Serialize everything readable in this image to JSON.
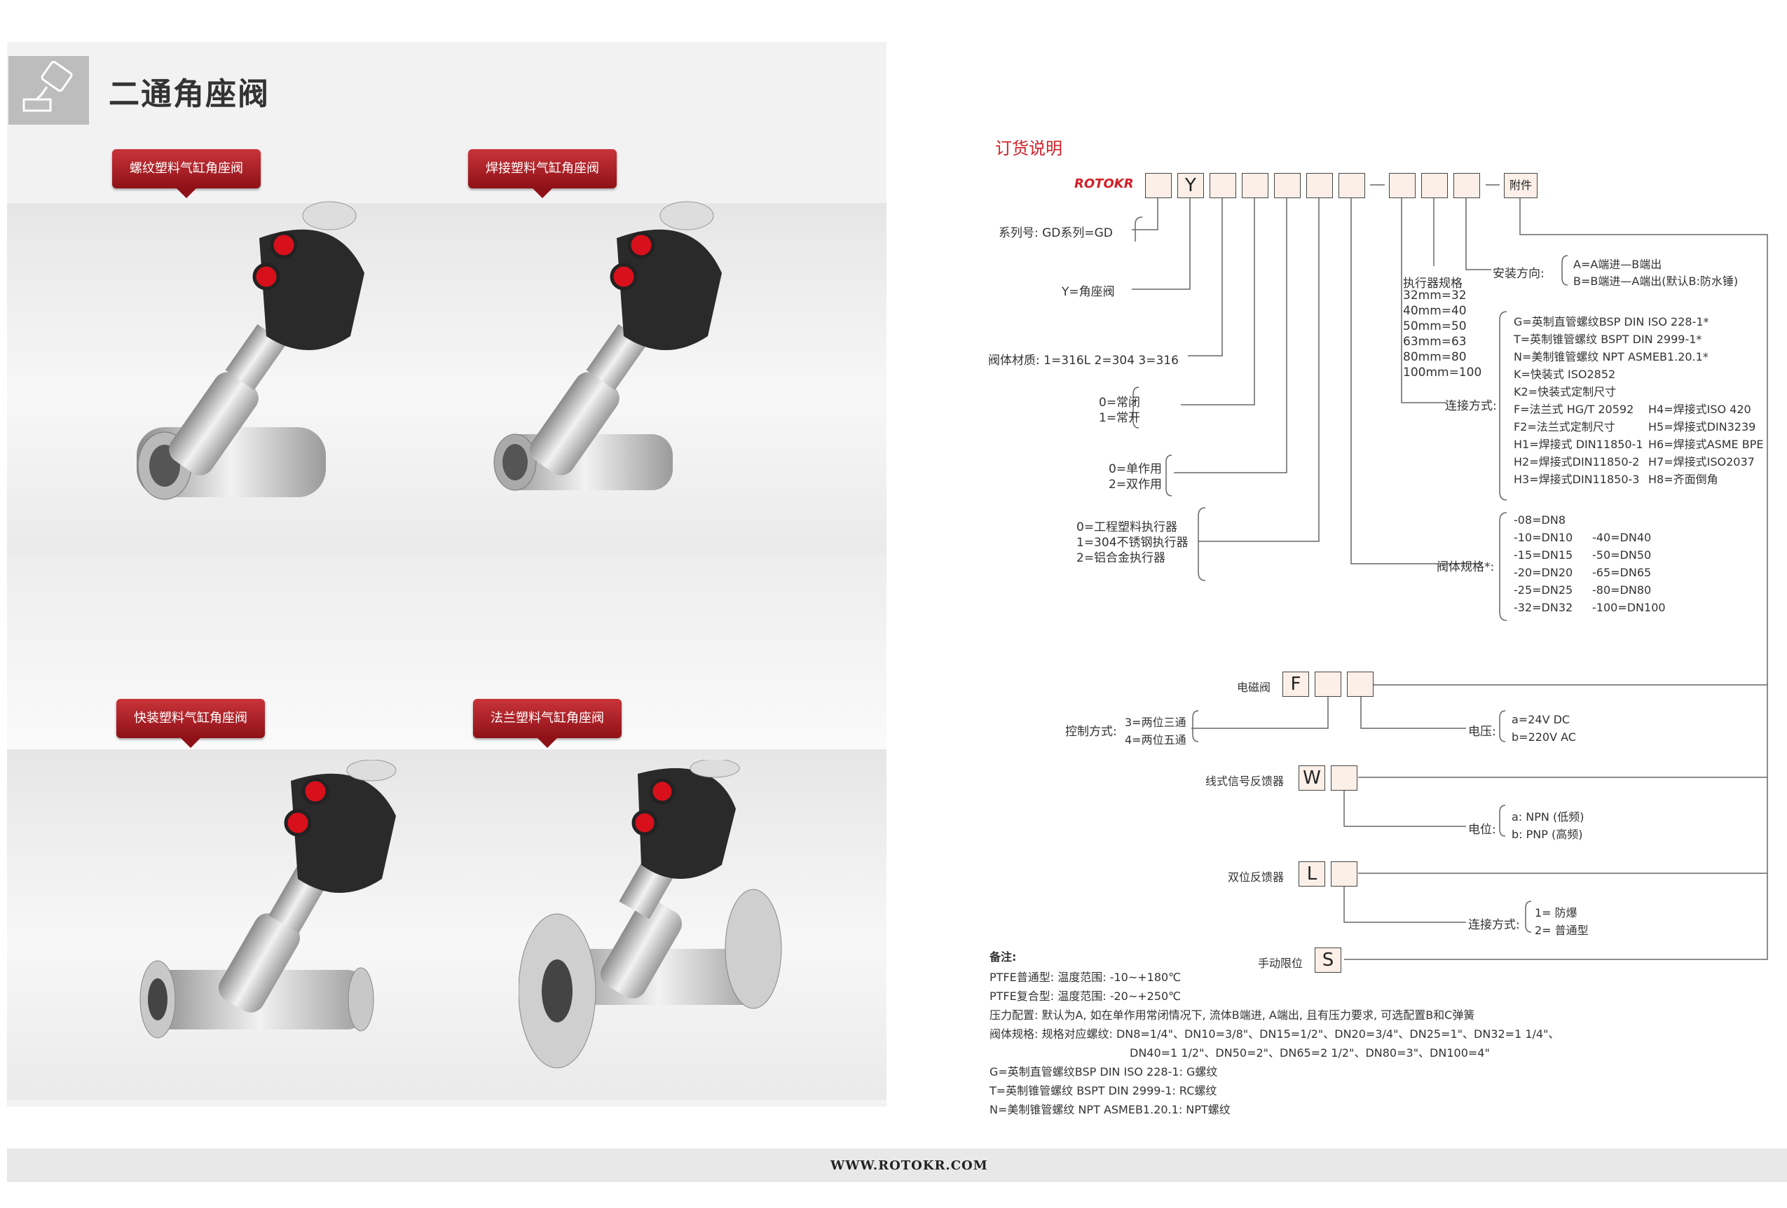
{
  "page": {
    "title": "二通角座阀",
    "footer_url": "WWW.ROTOKR.COM"
  },
  "products": [
    {
      "label": "螺纹塑料气缸角座阀",
      "image": "threaded-angle-seat-valve"
    },
    {
      "label": "焊接塑料气缸角座阀",
      "image": "welded-angle-seat-valve"
    },
    {
      "label": "快装塑料气缸角座阀",
      "image": "clamp-angle-seat-valve"
    },
    {
      "label": "法兰塑料气缸角座阀",
      "image": "flanged-angle-seat-valve"
    }
  ],
  "order": {
    "heading": "订货说明",
    "brand": "ROTOKR",
    "code_boxes": [
      "",
      "Y",
      "",
      "",
      "",
      "",
      "",
      "",
      "",
      ""
    ],
    "accessory_label": "附件",
    "series": "系列号:   GD系列=GD",
    "type": "Y=角座阀",
    "material": "阀体材质: 1=316L  2=304  3=316",
    "normal_state": [
      "0=常闭",
      "1=常开"
    ],
    "action": [
      "0=单作用",
      "2=双作用"
    ],
    "actuator_material": [
      "0=工程塑料执行器",
      "1=304不锈钢执行器",
      "2=铝合金执行器"
    ],
    "actuator_size_title": "执行器规格",
    "actuator_sizes": [
      "32mm=32",
      "40mm=40",
      "50mm=50",
      "63mm=63",
      "80mm=80",
      "100mm=100"
    ],
    "install_direction_label": "安装方向:",
    "install_direction": [
      "A=A端进—B端出",
      "B=B端进—A端出(默认B:防水锤)"
    ],
    "connection_label": "连接方式:",
    "connections_left": [
      "G=英制直管螺纹BSP DIN ISO 228-1*",
      "T=英制锥管螺纹 BSPT DIN 2999-1*",
      "N=美制锥管螺纹 NPT ASMEB1.20.1*",
      "K=快装式 ISO2852",
      "K2=快装式定制尺寸",
      "F=法兰式 HG/T 20592",
      "F2=法兰式定制尺寸",
      "H1=焊接式 DIN11850-1",
      "H2=焊接式DIN11850-2",
      "H3=焊接式DIN11850-3"
    ],
    "connections_right": [
      "H4=焊接式ISO 420",
      "H5=焊接式DIN3239",
      "H6=焊接式ASME BPE",
      "H7=焊接式ISO2037",
      "H8=齐面倒角"
    ],
    "body_size_label": "阀体规格*:",
    "body_sizes_left": [
      "-08=DN8",
      "-10=DN10",
      "-15=DN15",
      "-20=DN20",
      "-25=DN25",
      "-32=DN32"
    ],
    "body_sizes_right": [
      "-40=DN40",
      "-50=DN50",
      "-65=DN65",
      "-80=DN80",
      "-100=DN100"
    ]
  },
  "accessories": {
    "solenoid_label": "电磁阀",
    "solenoid_code": "F",
    "control_label": "控制方式:",
    "control_options": [
      "3=两位三通",
      "4=两位五通"
    ],
    "voltage_label": "电压:",
    "voltage_options": [
      "a=24V DC",
      "b=220V AC"
    ],
    "linear_label": "线式信号反馈器",
    "linear_code": "W",
    "potential_label": "电位:",
    "potential_options": [
      "a: NPN (低频)",
      "b: PNP (高频)"
    ],
    "dual_label": "双位反馈器",
    "dual_code": "L",
    "dual_conn_label": "连接方式:",
    "dual_conn_options": [
      "1= 防爆",
      "2= 普通型"
    ],
    "manual_label": "手动限位",
    "manual_code": "S"
  },
  "notes": {
    "title": "备注:",
    "lines": [
      "PTFE普通型: 温度范围: -10~+180℃",
      "PTFE复合型: 温度范围: -20~+250℃",
      "压力配置: 默认为A, 如在单作用常闭情况下, 流体B端进, A端出, 且有压力要求, 可选配置B和C弹簧",
      "阀体规格: 规格对应螺纹: DN8=1/4\"、DN10=3/8\"、DN15=1/2\"、DN20=3/4\"、DN25=1\"、DN32=1 1/4\"、",
      "DN40=1 1/2\"、DN50=2\"、DN65=2 1/2\"、DN80=3\"、DN100=4\"",
      "G=英制直管螺纹BSP DIN ISO 228-1: G螺纹",
      "T=英制锥管螺纹 BSPT DIN 2999-1: RC螺纹",
      "N=美制锥管螺纹 NPT ASMEB1.20.1: NPT螺纹"
    ]
  }
}
